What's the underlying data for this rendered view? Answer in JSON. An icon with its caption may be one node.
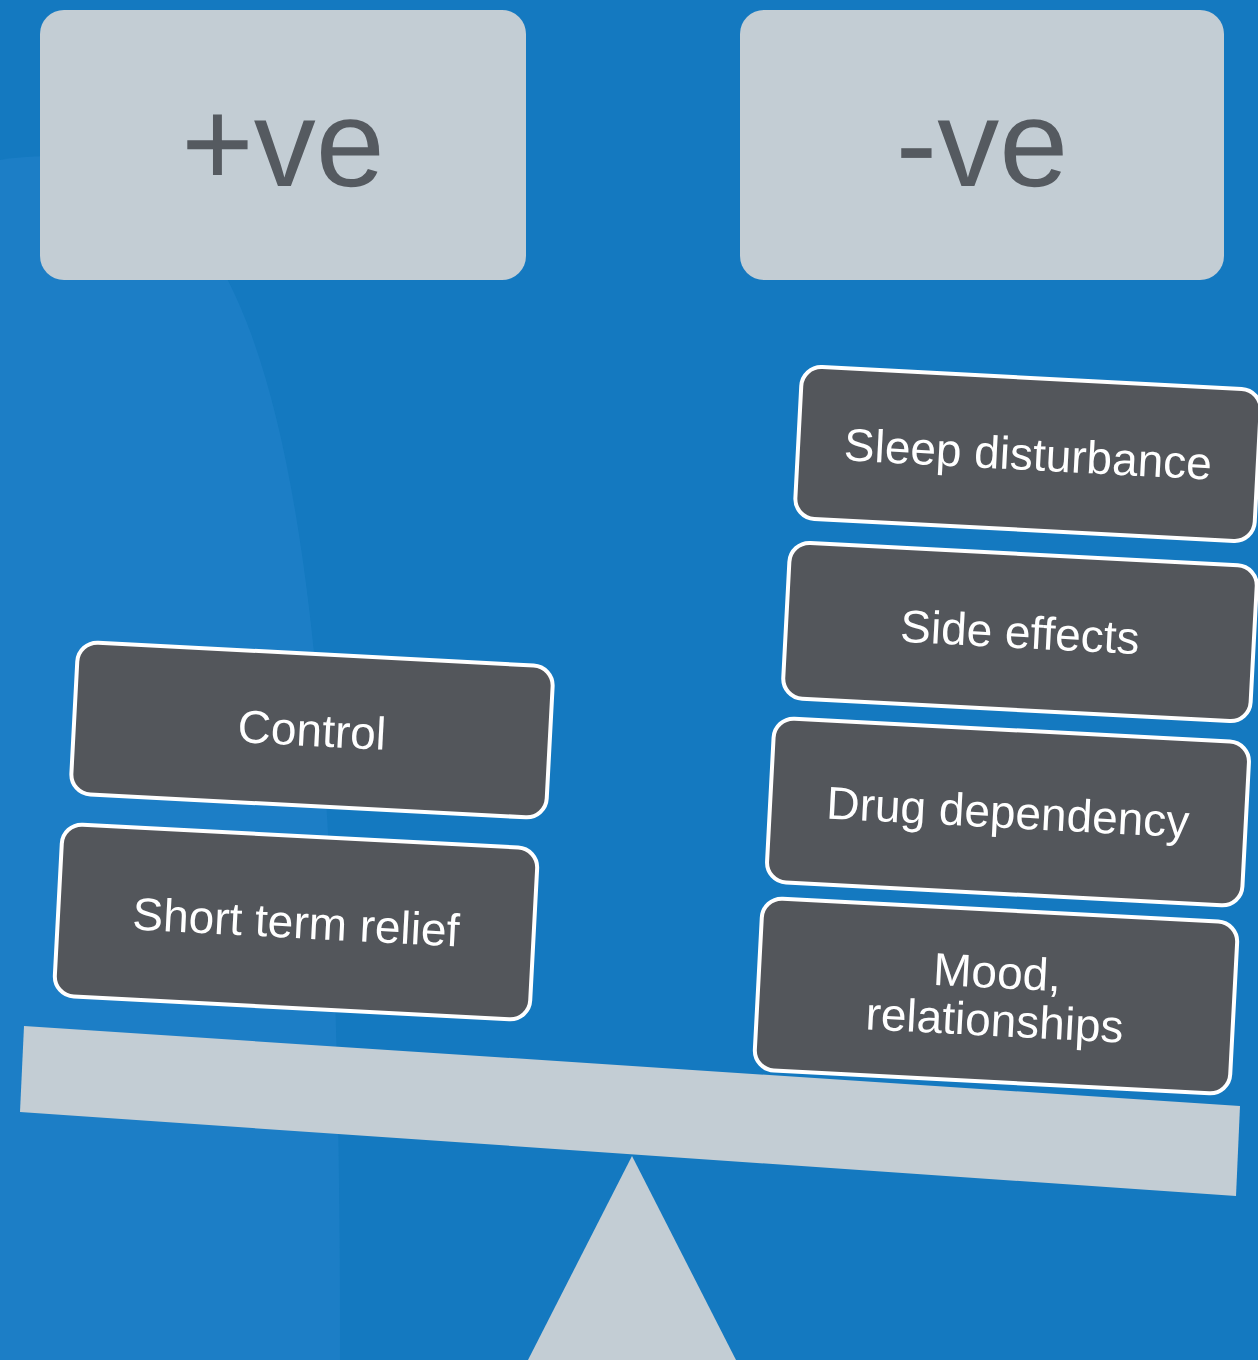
{
  "diagram": {
    "nodes": [
      {
        "text": [
          "+ve"
        ]
      },
      {
        "text": [
          "-ve"
        ]
      },
      {
        "text": [
          "Control"
        ]
      },
      {
        "text": [
          "Short term relief"
        ]
      },
      {
        "text": [
          "Sleep disturbance"
        ]
      },
      {
        "text": [
          "Side effects"
        ]
      },
      {
        "text": [
          "Drug dependency"
        ]
      },
      {
        "text": [
          "Mood, relationships"
        ]
      }
    ]
  }
}
